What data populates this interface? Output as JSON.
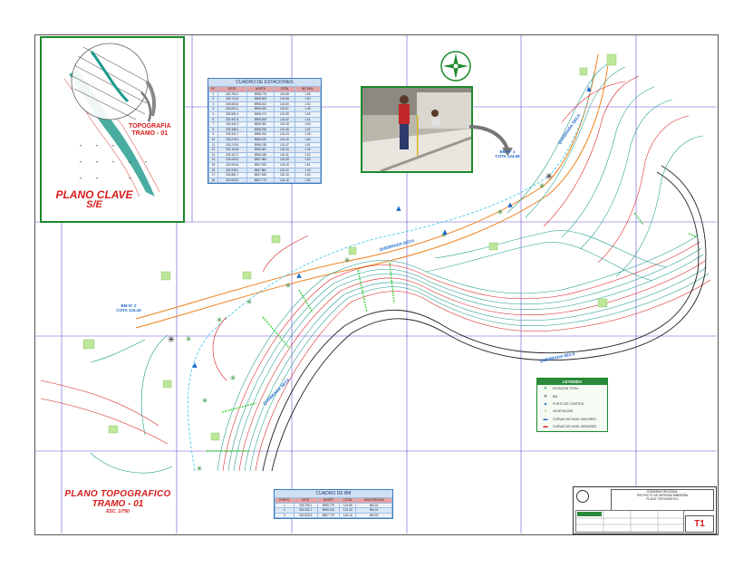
{
  "key_map": {
    "title_line1": "PLANO CLAVE",
    "title_line2": "S/E",
    "section_label_line1": "TOPOGRAFIA",
    "section_label_line2": "TRAMO - 01"
  },
  "stations_table": {
    "caption": "CUADRO DE ESTACIONES",
    "headers": [
      "N°",
      "ESTE",
      "NORTE",
      "COTA",
      "ALTURA"
    ],
    "rows": [
      [
        "1",
        "333.759,1",
        "8958.779",
        "124.68",
        "1.55"
      ],
      [
        "2",
        "333.712,8",
        "8958.694",
        "124.65",
        "1.50"
      ],
      [
        "3",
        "333.653,3",
        "8958.612",
        "124.60",
        "1.52"
      ],
      [
        "4",
        "333.602,1",
        "8958.533",
        "124.57",
        "1.49"
      ],
      [
        "5",
        "333.551,4",
        "8958.471",
        "124.55",
        "1.53"
      ],
      [
        "6",
        "333.497,6",
        "8958.408",
        "124.52",
        "1.51"
      ],
      [
        "7",
        "333.441,9",
        "8958.352",
        "124.49",
        "1.50"
      ],
      [
        "8",
        "333.388,2",
        "8958.296",
        "124.46",
        "1.52"
      ],
      [
        "9",
        "333.331,7",
        "8958.243",
        "124.43",
        "1.48"
      ],
      [
        "10",
        "333.276,0",
        "8958.190",
        "124.40",
        "1.50"
      ],
      [
        "11",
        "333.219,5",
        "8958.138",
        "124.37",
        "1.51"
      ],
      [
        "12",
        "333.163,8",
        "8958.087",
        "124.34",
        "1.49"
      ],
      [
        "13",
        "333.107,2",
        "8958.035",
        "124.31",
        "1.52"
      ],
      [
        "14",
        "333.050,9",
        "8957.984",
        "124.28",
        "1.50"
      ],
      [
        "15",
        "332.994,6",
        "8957.932",
        "124.25",
        "1.51"
      ],
      [
        "16",
        "332.938,1",
        "8957.881",
        "124.22",
        "1.49"
      ],
      [
        "17",
        "332.881,7",
        "8957.830",
        "124.19",
        "1.50"
      ],
      [
        "18",
        "332.825,3",
        "8957.779",
        "124.16",
        "1.52"
      ]
    ]
  },
  "bm_table": {
    "caption": "CUADRO DE BM",
    "headers": [
      "PUNTO",
      "ESTE",
      "NORTE",
      "COTA",
      "DESCRIPCION"
    ],
    "rows": [
      [
        "1",
        "333.759,1",
        "8958.779",
        "124.68",
        "BM-01"
      ],
      [
        "2",
        "333.331,7",
        "8958.243",
        "124.43",
        "BM-02"
      ],
      [
        "3",
        "332.825,3",
        "8957.779",
        "124.16",
        "BM-03"
      ]
    ]
  },
  "legend": {
    "title": "LEYENDA",
    "items": [
      {
        "symbol": "✳",
        "color": "#1a8a2a",
        "label": "ESTACION TOTAL"
      },
      {
        "symbol": "✳",
        "color": "#333333",
        "label": "BM"
      },
      {
        "symbol": "▲",
        "color": "#1b66c9",
        "label": "PUNTO DE CONTROL"
      },
      {
        "symbol": "●",
        "color": "#a6d36a",
        "label": "VEGETACION"
      },
      {
        "symbol": "▬",
        "color": "#1b66c9",
        "label": "CURVAS DE NIVEL MAYORES"
      },
      {
        "symbol": "▬",
        "color": "#d81c1c",
        "label": "CURVAS DE NIVEL MENORES"
      }
    ]
  },
  "labels": {
    "bm_left_line1": "BM N° 2",
    "bm_left_line2": "COTA 124.43",
    "bm_right_line1": "BM N° 1",
    "bm_right_line2": "COTA 124.68",
    "river_label": "QUEBRADA SECA",
    "stream_label": "QUEBRADA SECA",
    "channel_label": "QUEBRADA SECA",
    "road_label": "QUEBRADA SECA"
  },
  "plan_title": {
    "line1": "PLANO TOPOGRAFICO",
    "line2": "TRAMO - 01",
    "line3": "ESC. 1/750"
  },
  "title_block": {
    "institution": "GOBIERNO REGIONAL",
    "project": "PROYECTO DE DEFENSA RIBEREÑA",
    "drawing": "PLANO TOPOGRAFICO",
    "sheet": "T1"
  },
  "colors": {
    "contour_major": "#1b9a8a",
    "contour_minor": "#d81c1c",
    "grid": "#6b4fd0",
    "road": "#f07f1a",
    "frame": "#1a8a2a",
    "river": "#1b66c9"
  }
}
